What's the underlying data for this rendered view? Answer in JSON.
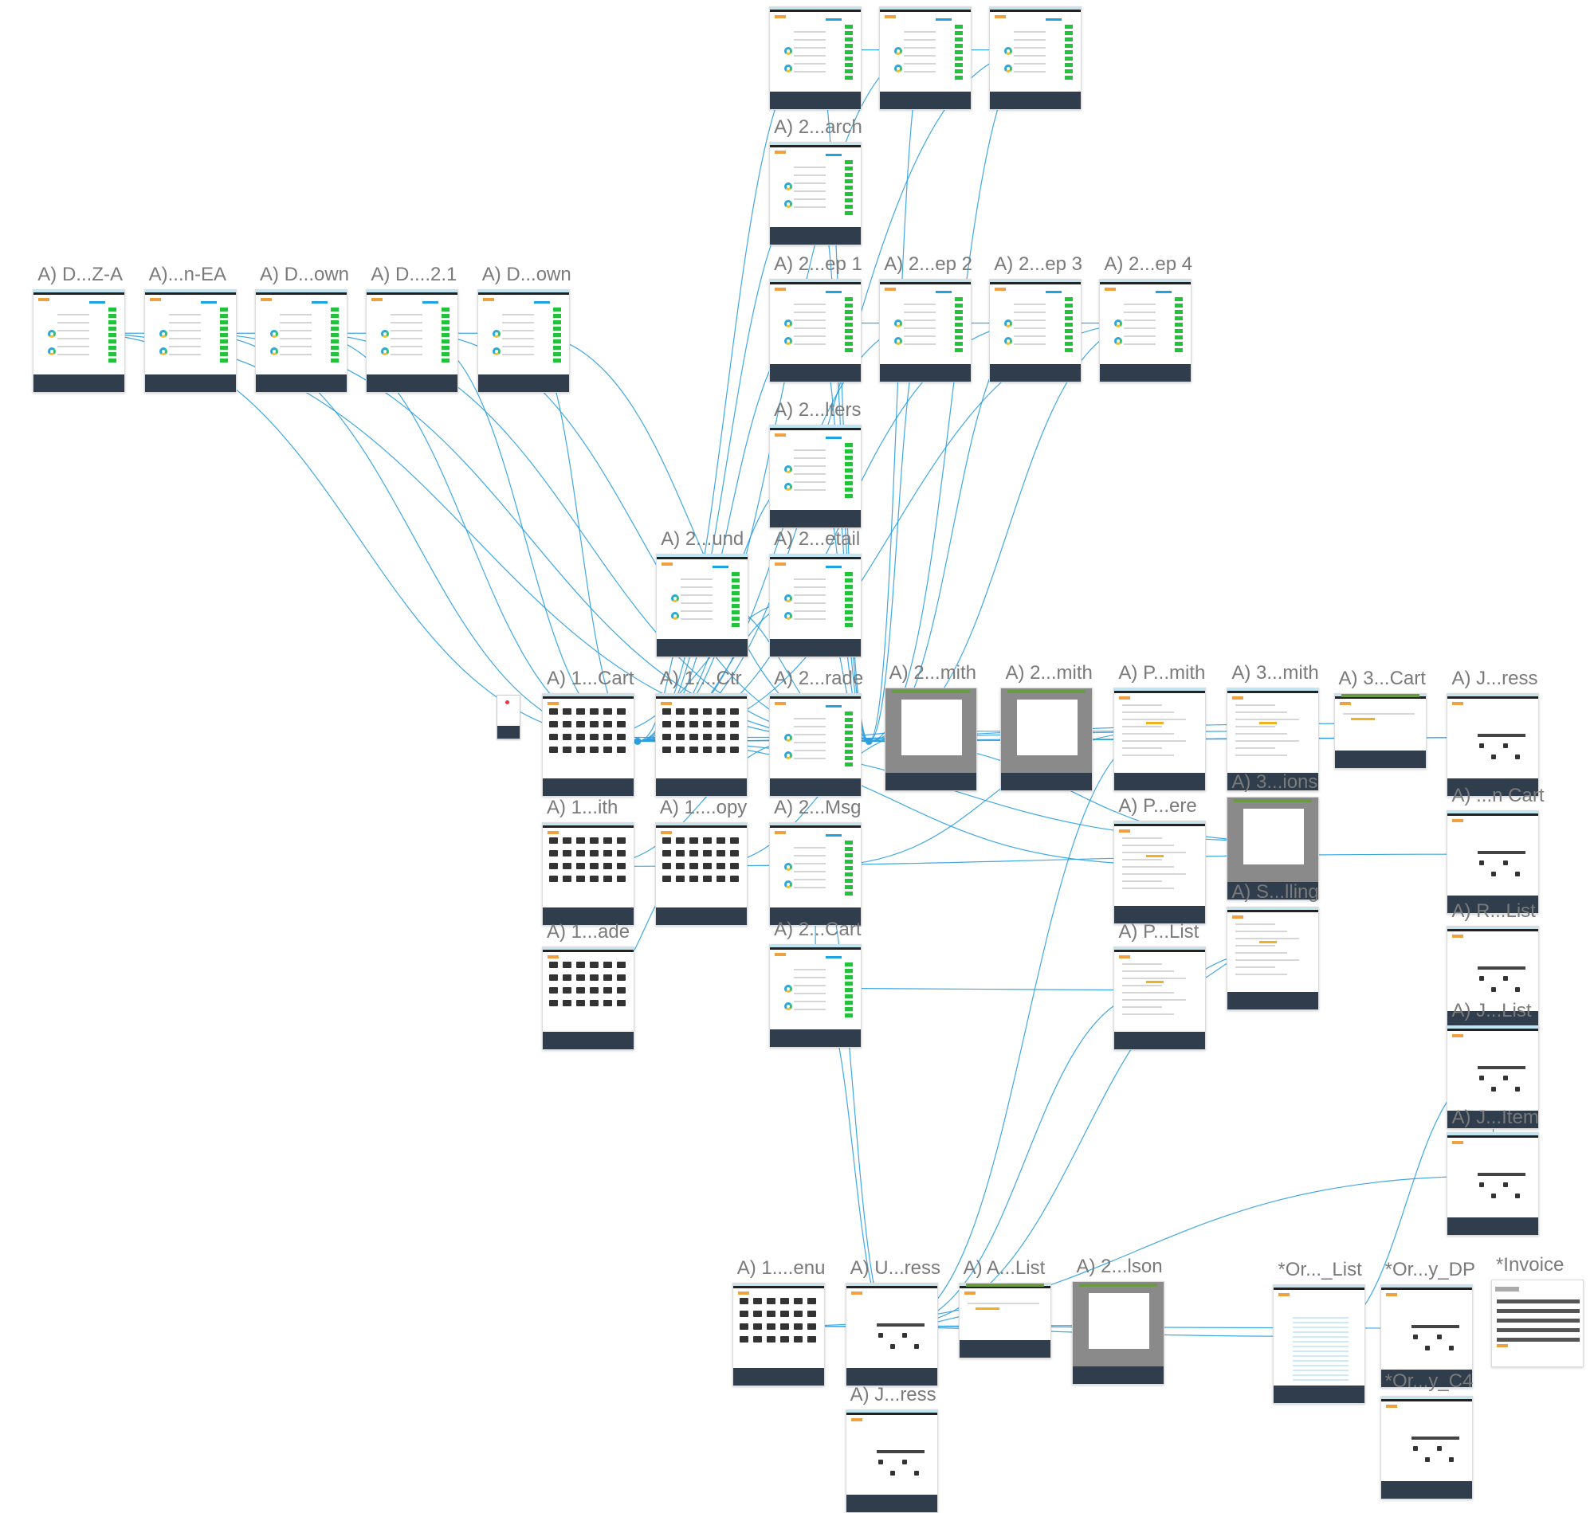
{
  "labels": [
    "A) D...Z-A",
    "A)...n-EA",
    "A) D...own",
    "A) D....2.1",
    "A) D...own",
    "A) 2...arch",
    "A) 2...ep 1",
    "A) 2...ep 2",
    "A) 2...ep 3",
    "A) 2...ep 4",
    "A) 2...lters",
    "A) 2...und",
    "A) 2...etail",
    "A) 1...Cart",
    "A) 1....Ctr",
    "A) 2...rade",
    "A) 2...mith",
    "A) 2...mith",
    "A) P...mith",
    "A) 3...mith",
    "A) 3...Cart",
    "A) J...ress",
    "A) 1...ith",
    "A) 1....opy",
    "A) 2...Msg",
    "A) P...ere",
    "A) 3...ions",
    "A) ...n Cart",
    "A) 1...ade",
    "A) 2...Cart",
    "A) P...List",
    "A) S...lling",
    "A) R...List",
    "A) J...List",
    "A) J...Item",
    "A) 1....enu",
    "A) U...ress",
    "A) A...List",
    "A) 2...lson",
    "*Or..._List",
    "*Or...y_DP",
    "*Invoice",
    "A) J...ress",
    "*Or...y_C4"
  ],
  "colors": {
    "wire": "#2b9fe0",
    "label": "#7a7a7a",
    "footer": "#2f3d4c",
    "bars": "#22c33a"
  }
}
